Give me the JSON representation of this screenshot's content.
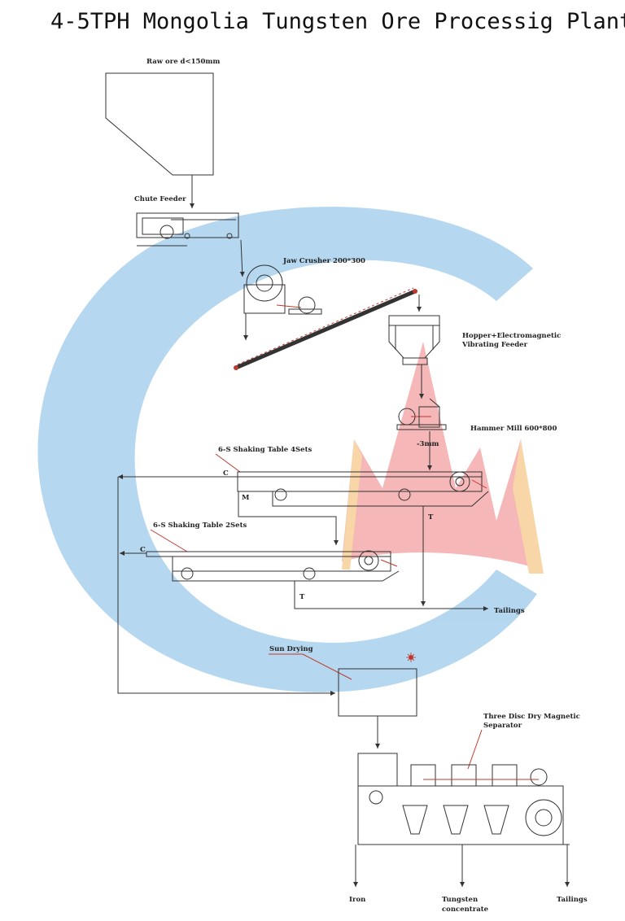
{
  "title": "4-5TPH Mongolia Tungsten Ore Processig Plant",
  "labels": {
    "raw_ore": "Raw ore d<150mm",
    "chute_feeder": "Chute Feeder",
    "jaw_crusher": "Jaw Crusher 200*300",
    "hopper_line1": "Hopper+Electromagnetic",
    "hopper_line2": "Vibrating Feeder",
    "hammer_mill": "Hammer Mill 600*800",
    "mesh": "-3mm",
    "shaking_table_4": "6-S Shaking Table 4Sets",
    "shaking_table_2": "6-S Shaking Table 2Sets",
    "c1": "C",
    "m1": "M",
    "t1": "T",
    "c2": "C",
    "t2": "T",
    "tailings1": "Tailings",
    "sun_drying": "Sun Drying",
    "separator_line1": "Three Disc Dry Magnetic",
    "separator_line2": "Separator",
    "iron": "Iron",
    "tungsten_line1": "Tungsten",
    "tungsten_line2": "concentrate",
    "tailings2": "Tailings"
  },
  "colors": {
    "watermark_blue": "#9cc9ea",
    "watermark_red": "#f2a0a0",
    "watermark_orange": "#f7c98a",
    "equipment_red": "#c0392b"
  }
}
